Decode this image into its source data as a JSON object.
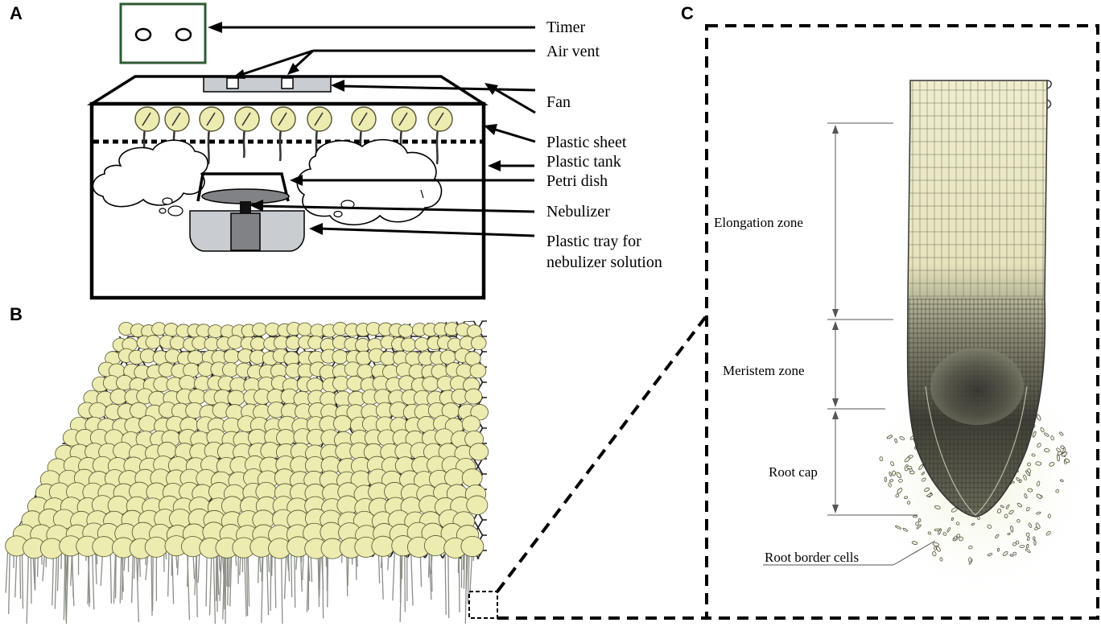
{
  "panels": {
    "a": "A",
    "b": "B",
    "c": "C"
  },
  "panel_a": {
    "labels": {
      "timer": "Timer",
      "air_vent": "Air vent",
      "fan": "Fan",
      "plastic_sheet": "Plastic sheet",
      "plastic_tank": "Plastic tank",
      "petri_dish": "Petri dish",
      "nebulizer": "Nebulizer",
      "tray_line1": "Plastic tray for",
      "tray_line2": "nebulizer solution"
    }
  },
  "panel_c": {
    "zones": {
      "elongation": "Elongation zone",
      "meristem": "Meristem zone",
      "root_cap": "Root cap",
      "border_cells": "Root border cells"
    }
  },
  "colors": {
    "seed": "#ecebb0",
    "seed_stroke": "#555530",
    "timer_border": "#2e5a34",
    "gray_fill": "#c9ccd1",
    "dark_gray": "#808285",
    "root_cell": "#eeeccb",
    "root_dense": "#3c3c34"
  }
}
